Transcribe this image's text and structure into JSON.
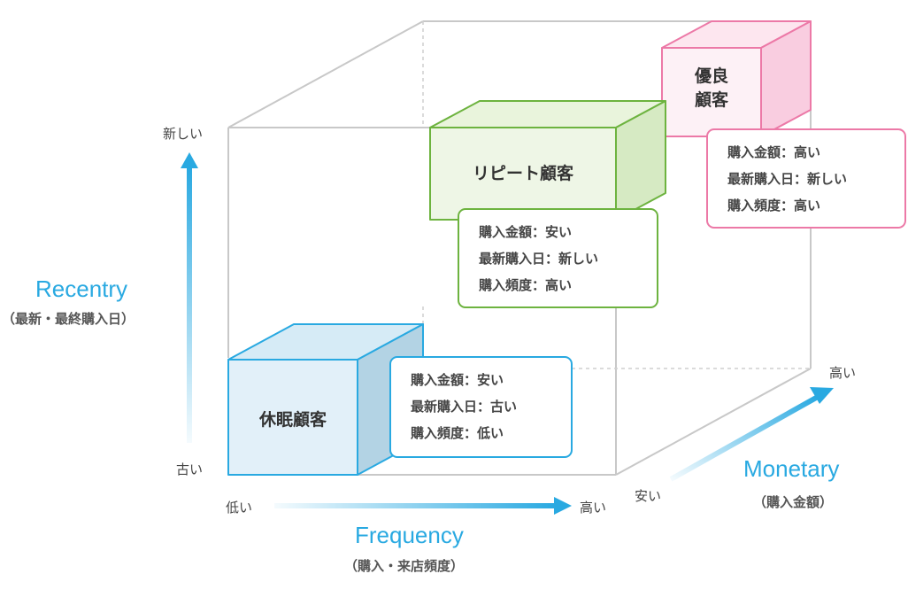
{
  "colors": {
    "blue": "#29a9e1",
    "green": "#6db33f",
    "pink": "#ec79a7",
    "frame": "#c8c8c8"
  },
  "axes": {
    "recency": {
      "title": "Recentry",
      "subtitle": "（最新・最終購入日）",
      "high": "新しい",
      "low": "古い"
    },
    "frequency": {
      "title": "Frequency",
      "subtitle": "（購入・来店頻度）",
      "low": "低い",
      "high": "高い"
    },
    "monetary": {
      "title": "Monetary",
      "subtitle": "（購入金額）",
      "low": "安い",
      "high": "高い"
    }
  },
  "segments": {
    "dormant": {
      "name": "休眠顧客",
      "attributes": [
        "購入金額：安い",
        "最新購入日：古い",
        "購入頻度：低い"
      ]
    },
    "repeat": {
      "name": "リピート顧客",
      "attributes": [
        "購入金額：安い",
        "最新購入日：新しい",
        "購入頻度：高い"
      ]
    },
    "excellent": {
      "name_line1": "優良",
      "name_line2": "顧客",
      "attributes": [
        "購入金額：高い",
        "最新購入日：新しい",
        "購入頻度：高い"
      ]
    }
  }
}
